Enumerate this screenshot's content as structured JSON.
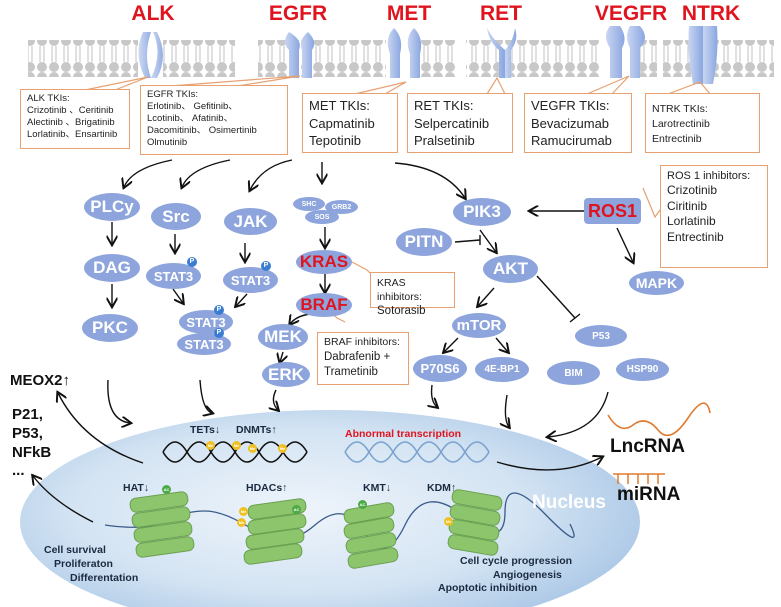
{
  "receptors": [
    {
      "name": "ALK"
    },
    {
      "name": "EGFR"
    },
    {
      "name": "MET"
    },
    {
      "name": "RET"
    },
    {
      "name": "VEGFR"
    },
    {
      "name": "NTRK"
    }
  ],
  "inhibitor_boxes": {
    "alk": {
      "title": "ALK TKIs:",
      "lines": [
        "Crizotinib 、Ceritinib",
        "Alectinib 、Brigatinib",
        "Lorlatinib、Ensartinib"
      ]
    },
    "egfr": {
      "title": "EGFR TKIs:",
      "lines": [
        "Erlotinib、 Gefitinib、",
        "Lcotinib、 Afatinib、",
        "Dacomitinib、 Osimertinib",
        "Olmutinib"
      ]
    },
    "met": {
      "title": "MET TKIs:",
      "lines": [
        "Capmatinib",
        "Tepotinib"
      ]
    },
    "ret": {
      "title": "RET TKIs:",
      "lines": [
        "Selpercatinib",
        "Pralsetinib"
      ]
    },
    "vegfr": {
      "title": "VEGFR TKIs:",
      "lines": [
        "Bevacizumab",
        "Ramucirumab"
      ]
    },
    "ntrk": {
      "title": "NTRK TKIs:",
      "lines": [
        "Larotrectinib",
        "Entrectinib"
      ]
    },
    "ros1": {
      "title": "ROS 1 inhibitors:",
      "lines": [
        "Crizotinib",
        "Ciritinib",
        "Lorlatinib",
        "Entrectinib"
      ]
    },
    "kras": {
      "title": "KRAS inhibitors:",
      "lines": [
        "Sotorasib"
      ]
    },
    "braf": {
      "title": "BRAF inhibitors:",
      "lines": [
        "Dabrafenib +",
        "Trametinib"
      ]
    }
  },
  "nodes": {
    "plcy": "PLCy",
    "dag": "DAG",
    "pkc": "PKC",
    "src": "Src",
    "stat3_a": "STAT3",
    "jak": "JAK",
    "stat3_b": "STAT3",
    "stat3_c": "STAT3",
    "stat3_d": "STAT3",
    "shc": "SHC",
    "grb2": "GRB2",
    "sos": "SOS",
    "kras": "KRAS",
    "braf": "BRAF",
    "mek": "MEK",
    "erk": "ERK",
    "pik3": "PIK3",
    "pitn": "PITN",
    "akt": "AKT",
    "mtor": "mTOR",
    "p70s6": "P70S6",
    "4ebp1": "4E-BP1",
    "ros1": "ROS1",
    "mapk": "MAPK",
    "p53": "P53",
    "bim": "BIM",
    "hsp90": "HSP90",
    "phospho": "P"
  },
  "left_labels": {
    "meox2": "MEOX2",
    "genes": [
      "P21,",
      "P53,",
      "NFkB",
      "..."
    ]
  },
  "nucleus": {
    "label": "Nucleus",
    "tets": "TETs",
    "dnmts": "DNMTs",
    "hat": "HAT",
    "hdacs": "HDACs",
    "kmt": "KMT",
    "kdm": "KDM",
    "abnormal": "Abnormal transcription",
    "outcomes_left": [
      "Cell survival",
      "Proliferaton",
      "Differentation"
    ],
    "outcomes_right": [
      "Cell cycle progression",
      "Angiogenesis",
      "Apoptotic inhibition"
    ],
    "me": "Me",
    "ac": "AC"
  },
  "rna": {
    "lnc": "LncRNA",
    "mi": "miRNA"
  },
  "colors": {
    "receptor_title": "#e0141e",
    "node": "#8da5dc",
    "box_border": "#e8a070",
    "histone": "#8cc56b",
    "rna": "#e07a2e"
  }
}
